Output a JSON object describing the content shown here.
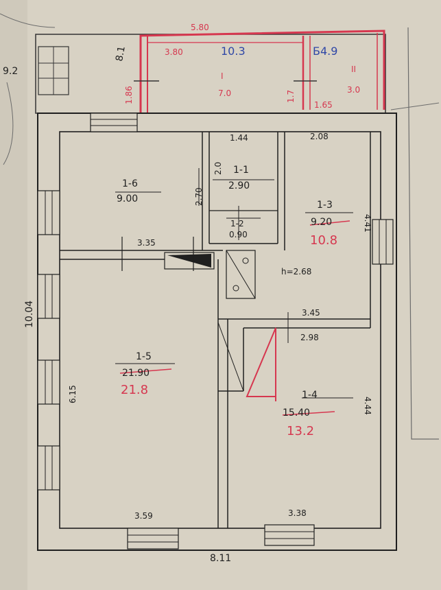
{
  "colors": {
    "paper": "#d8d2c4",
    "ink": "#1f1f1f",
    "red_ink": "#d6374f",
    "blue_ink": "#2f47a6"
  },
  "veranda": {
    "length_top": "5.80",
    "section_1": {
      "length": "3.80",
      "number": "I",
      "area": "7.0",
      "depth": "1.86"
    },
    "section_2": {
      "length": "1.65",
      "number": "II",
      "area": "3.0",
      "depth": "1.7"
    },
    "total_blue": "10.3",
    "litera_blue": "Б4.9",
    "side_scrawl": "8.1"
  },
  "outer": {
    "width": "8.11",
    "height": "10.04",
    "ceiling_height": "h=2.68",
    "left_margin_scrawl": "9.2"
  },
  "rooms": {
    "r16": {
      "label": "1-6",
      "area": "9.00",
      "dim_bottom": "3.35",
      "dim_left": "2.70"
    },
    "r11": {
      "label": "1-1",
      "area": "2.90",
      "dim_top": "1.44",
      "dim_side": "2.0"
    },
    "r12": {
      "label": "1-2",
      "area": "0.90"
    },
    "r13": {
      "label": "1-3",
      "area": "9.20",
      "area_red": "10.8",
      "dim_top": "2.08",
      "dim_right": "4.41"
    },
    "r15": {
      "label": "1-5",
      "area": "21.90",
      "area_red": "21.8",
      "dim_left": "6.15",
      "dim_bottom": "3.59"
    },
    "r14": {
      "label": "1-4",
      "area": "15.40",
      "area_red": "13.2",
      "dim_top_1": "3.45",
      "dim_top_2": "2.98",
      "dim_right": "4.44",
      "dim_bottom": "3.38"
    }
  }
}
